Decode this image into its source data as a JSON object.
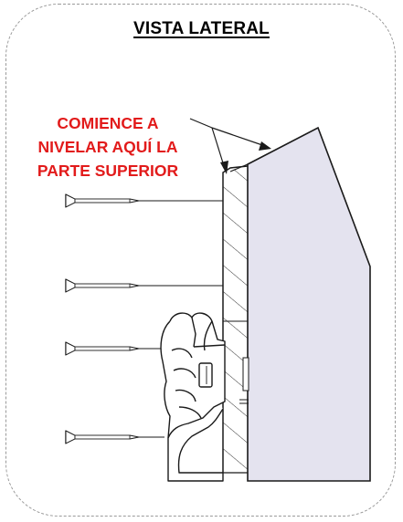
{
  "title": "VISTA LATERAL",
  "note": {
    "lines": [
      "COMIENCE A",
      "NIVELAR AQUÍ LA",
      "PARTE SUPERIOR"
    ],
    "color": "#e21b1b"
  },
  "colors": {
    "panel_fill": "#e4e3ef",
    "line": "#1a1a1a",
    "frame": "#9a9a9a"
  },
  "screws": 4
}
